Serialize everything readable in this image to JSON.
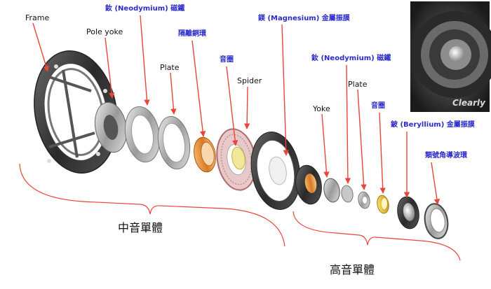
{
  "diagram": {
    "labels": {
      "frame": "Frame",
      "neodymium_magnet_mid": "釹 (Neodymium) 磁鐵",
      "pole_yoke": "Pole yoke",
      "copper_ring": "隔離銅環",
      "plate_mid": "Plate",
      "voice_coil_mid": "音圈",
      "magnesium_diaphragm": "鎂 (Magnesium) 金屬振膜",
      "spider": "Spider",
      "neodymium_magnet_tw": "釹 (Neodymium) 磁鐵",
      "plate_tw": "Plate",
      "yoke": "Yoke",
      "voice_coil_tw": "音圈",
      "beryllium_diaphragm": "鈹 (Beryllium) 金屬振膜",
      "horn_waveguide": "類號角導波環"
    },
    "groups": {
      "midrange": "中音單體",
      "tweeter": "高音單體"
    },
    "photo_caption": "Clearly"
  },
  "colors": {
    "label_blue": "#2b2bc9",
    "arrow_red": "#e8463a"
  }
}
